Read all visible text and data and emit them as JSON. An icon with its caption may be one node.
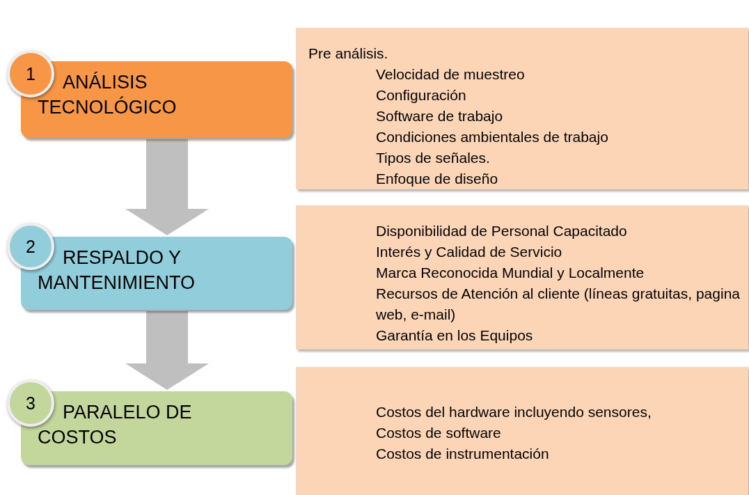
{
  "diagram": {
    "nodes": [
      {
        "text": [
          "1"
        ]
      },
      {
        "text": [
          "ANÁLISIS TECNOLÓGICO"
        ]
      },
      {
        "text": [
          "Pre análisis.",
          "Velocidad de muestreo",
          "Configuración",
          "Software de trabajo",
          "Condiciones ambientales de trabajo",
          "Tipos de señales.",
          "Enfoque de diseño"
        ]
      },
      {
        "text": [
          "2"
        ]
      },
      {
        "text": [
          "RESPALDO Y MANTENIMIENTO"
        ]
      },
      {
        "text": [
          "Disponibilidad de Personal Capacitado",
          "Interés y Calidad de Servicio",
          "Marca Reconocida Mundial y Localmente",
          "Recursos de Atención al cliente (líneas gratuitas, pagina web, e-mail)",
          "Garantía en los Equipos"
        ]
      },
      {
        "text": [
          "3"
        ]
      },
      {
        "text": [
          "PARALELO DE COSTOS"
        ]
      },
      {
        "text": [
          "Costos del hardware incluyendo sensores,",
          "Costos de software",
          "Costos de instrumentación"
        ]
      }
    ],
    "edges": [
      {
        "from": 1,
        "to": 4,
        "arrow": "to"
      },
      {
        "from": 4,
        "to": 7,
        "arrow": "to"
      }
    ]
  }
}
